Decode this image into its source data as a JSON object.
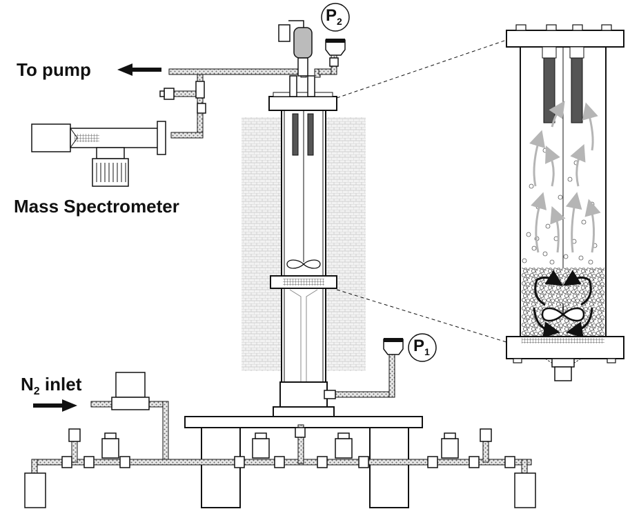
{
  "labels": {
    "to_pump": "To pump",
    "mass_spectrometer": "Mass Spectrometer",
    "n2_inlet_main": "N",
    "n2_inlet_sub": "2",
    "n2_inlet_rest": " inlet"
  },
  "gauges": {
    "p2_main": "P",
    "p2_sub": "2",
    "p1_main": "P",
    "p1_sub": "1"
  },
  "colors": {
    "line": "#111111",
    "tube_fill": "#d9d9d9",
    "heater": "#e6e6e6",
    "rod": "#555555",
    "arrow_grey": "#b5b5b5"
  },
  "icons": [
    "arrow-left-icon",
    "arrow-right-icon",
    "pressure-gauge-icon",
    "valve-icon"
  ]
}
